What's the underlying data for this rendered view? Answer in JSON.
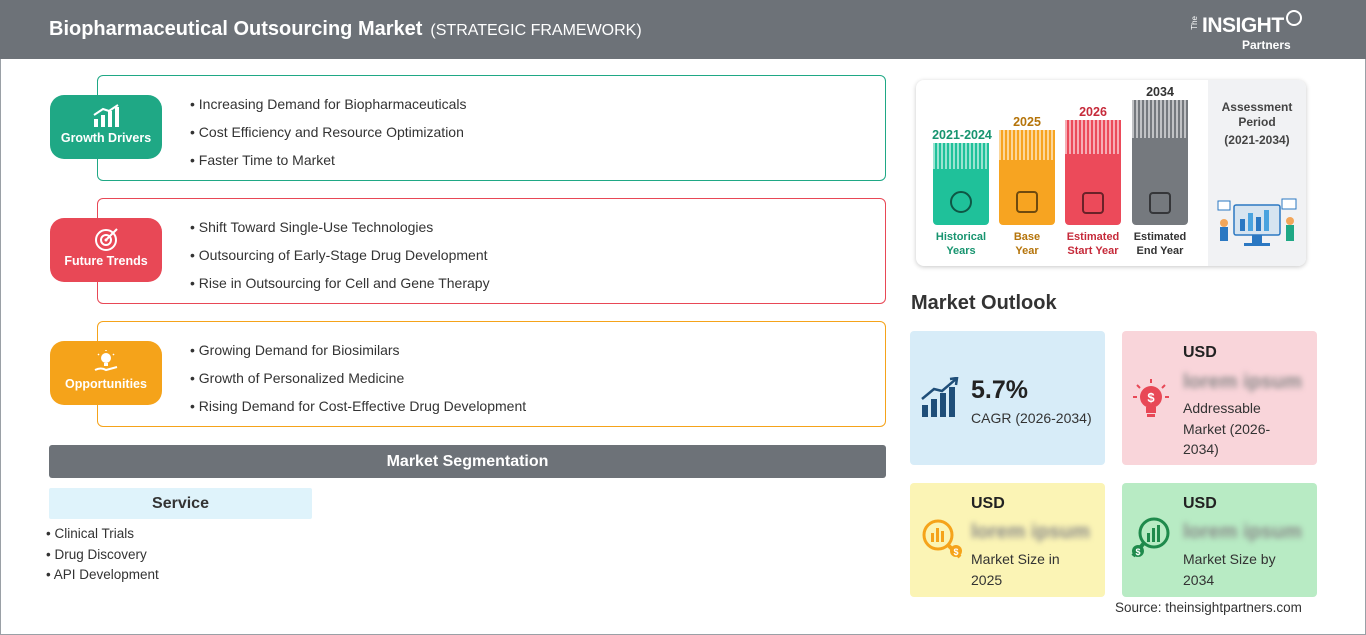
{
  "header": {
    "title": "Biopharmaceutical Outsourcing Market",
    "subtitle": "(STRATEGIC FRAMEWORK)",
    "logo_the": "The",
    "logo_insight": "INSIGHT",
    "logo_partners": "Partners"
  },
  "framework": [
    {
      "label": "Growth Drivers",
      "color": "#1fa885",
      "items": [
        "Increasing Demand for Biopharmaceuticals",
        "Cost Efficiency and Resource Optimization",
        "Faster Time to Market"
      ]
    },
    {
      "label": "Future Trends",
      "color": "#e84856",
      "items": [
        "Shift Toward Single-Use Technologies",
        "Outsourcing of Early-Stage Drug Development",
        "Rise in Outsourcing for Cell and Gene Therapy"
      ]
    },
    {
      "label": "Opportunities",
      "color": "#f5a31a",
      "items": [
        "Growing Demand for Biosimilars",
        "Growth of Personalized Medicine",
        "Rising Demand for Cost-Effective Drug Development"
      ]
    }
  ],
  "segmentation": {
    "title": "Market Segmentation",
    "service_title": "Service",
    "service_items": [
      "Clinical Trials",
      "Drug Discovery",
      "API Development"
    ]
  },
  "timeline": {
    "columns": [
      {
        "year": "2021-2024",
        "label1": "Historical",
        "label2": "Years",
        "color": "#1fc19a",
        "year_color": "#17946f"
      },
      {
        "year": "2025",
        "label1": "Base",
        "label2": "Year",
        "color": "#f7a421",
        "year_color": "#b5740a"
      },
      {
        "year": "2026",
        "label1": "Estimated",
        "label2": "Start Year",
        "color": "#ec4a5a",
        "year_color": "#c62a3a"
      },
      {
        "year": "2034",
        "label1": "Estimated",
        "label2": "End Year",
        "color": "#75797e",
        "year_color": "#333333"
      }
    ],
    "assessment_title": "Assessment Period",
    "assessment_period": "(2021-2034)"
  },
  "outlook": {
    "title": "Market Outlook",
    "cagr_value": "5.7%",
    "cagr_label": "CAGR (2026-2034)",
    "addressable_usd": "USD",
    "addressable_value": "lorem ipsum",
    "addressable_label": "Addressable Market (2026-2034)",
    "size2025_usd": "USD",
    "size2025_value": "lorem ipsum",
    "size2025_label": "Market Size in 2025",
    "size2034_usd": "USD",
    "size2034_value": "lorem ipsum",
    "size2034_label": "Market Size by 2034"
  },
  "source": "Source: theinsightpartners.com"
}
